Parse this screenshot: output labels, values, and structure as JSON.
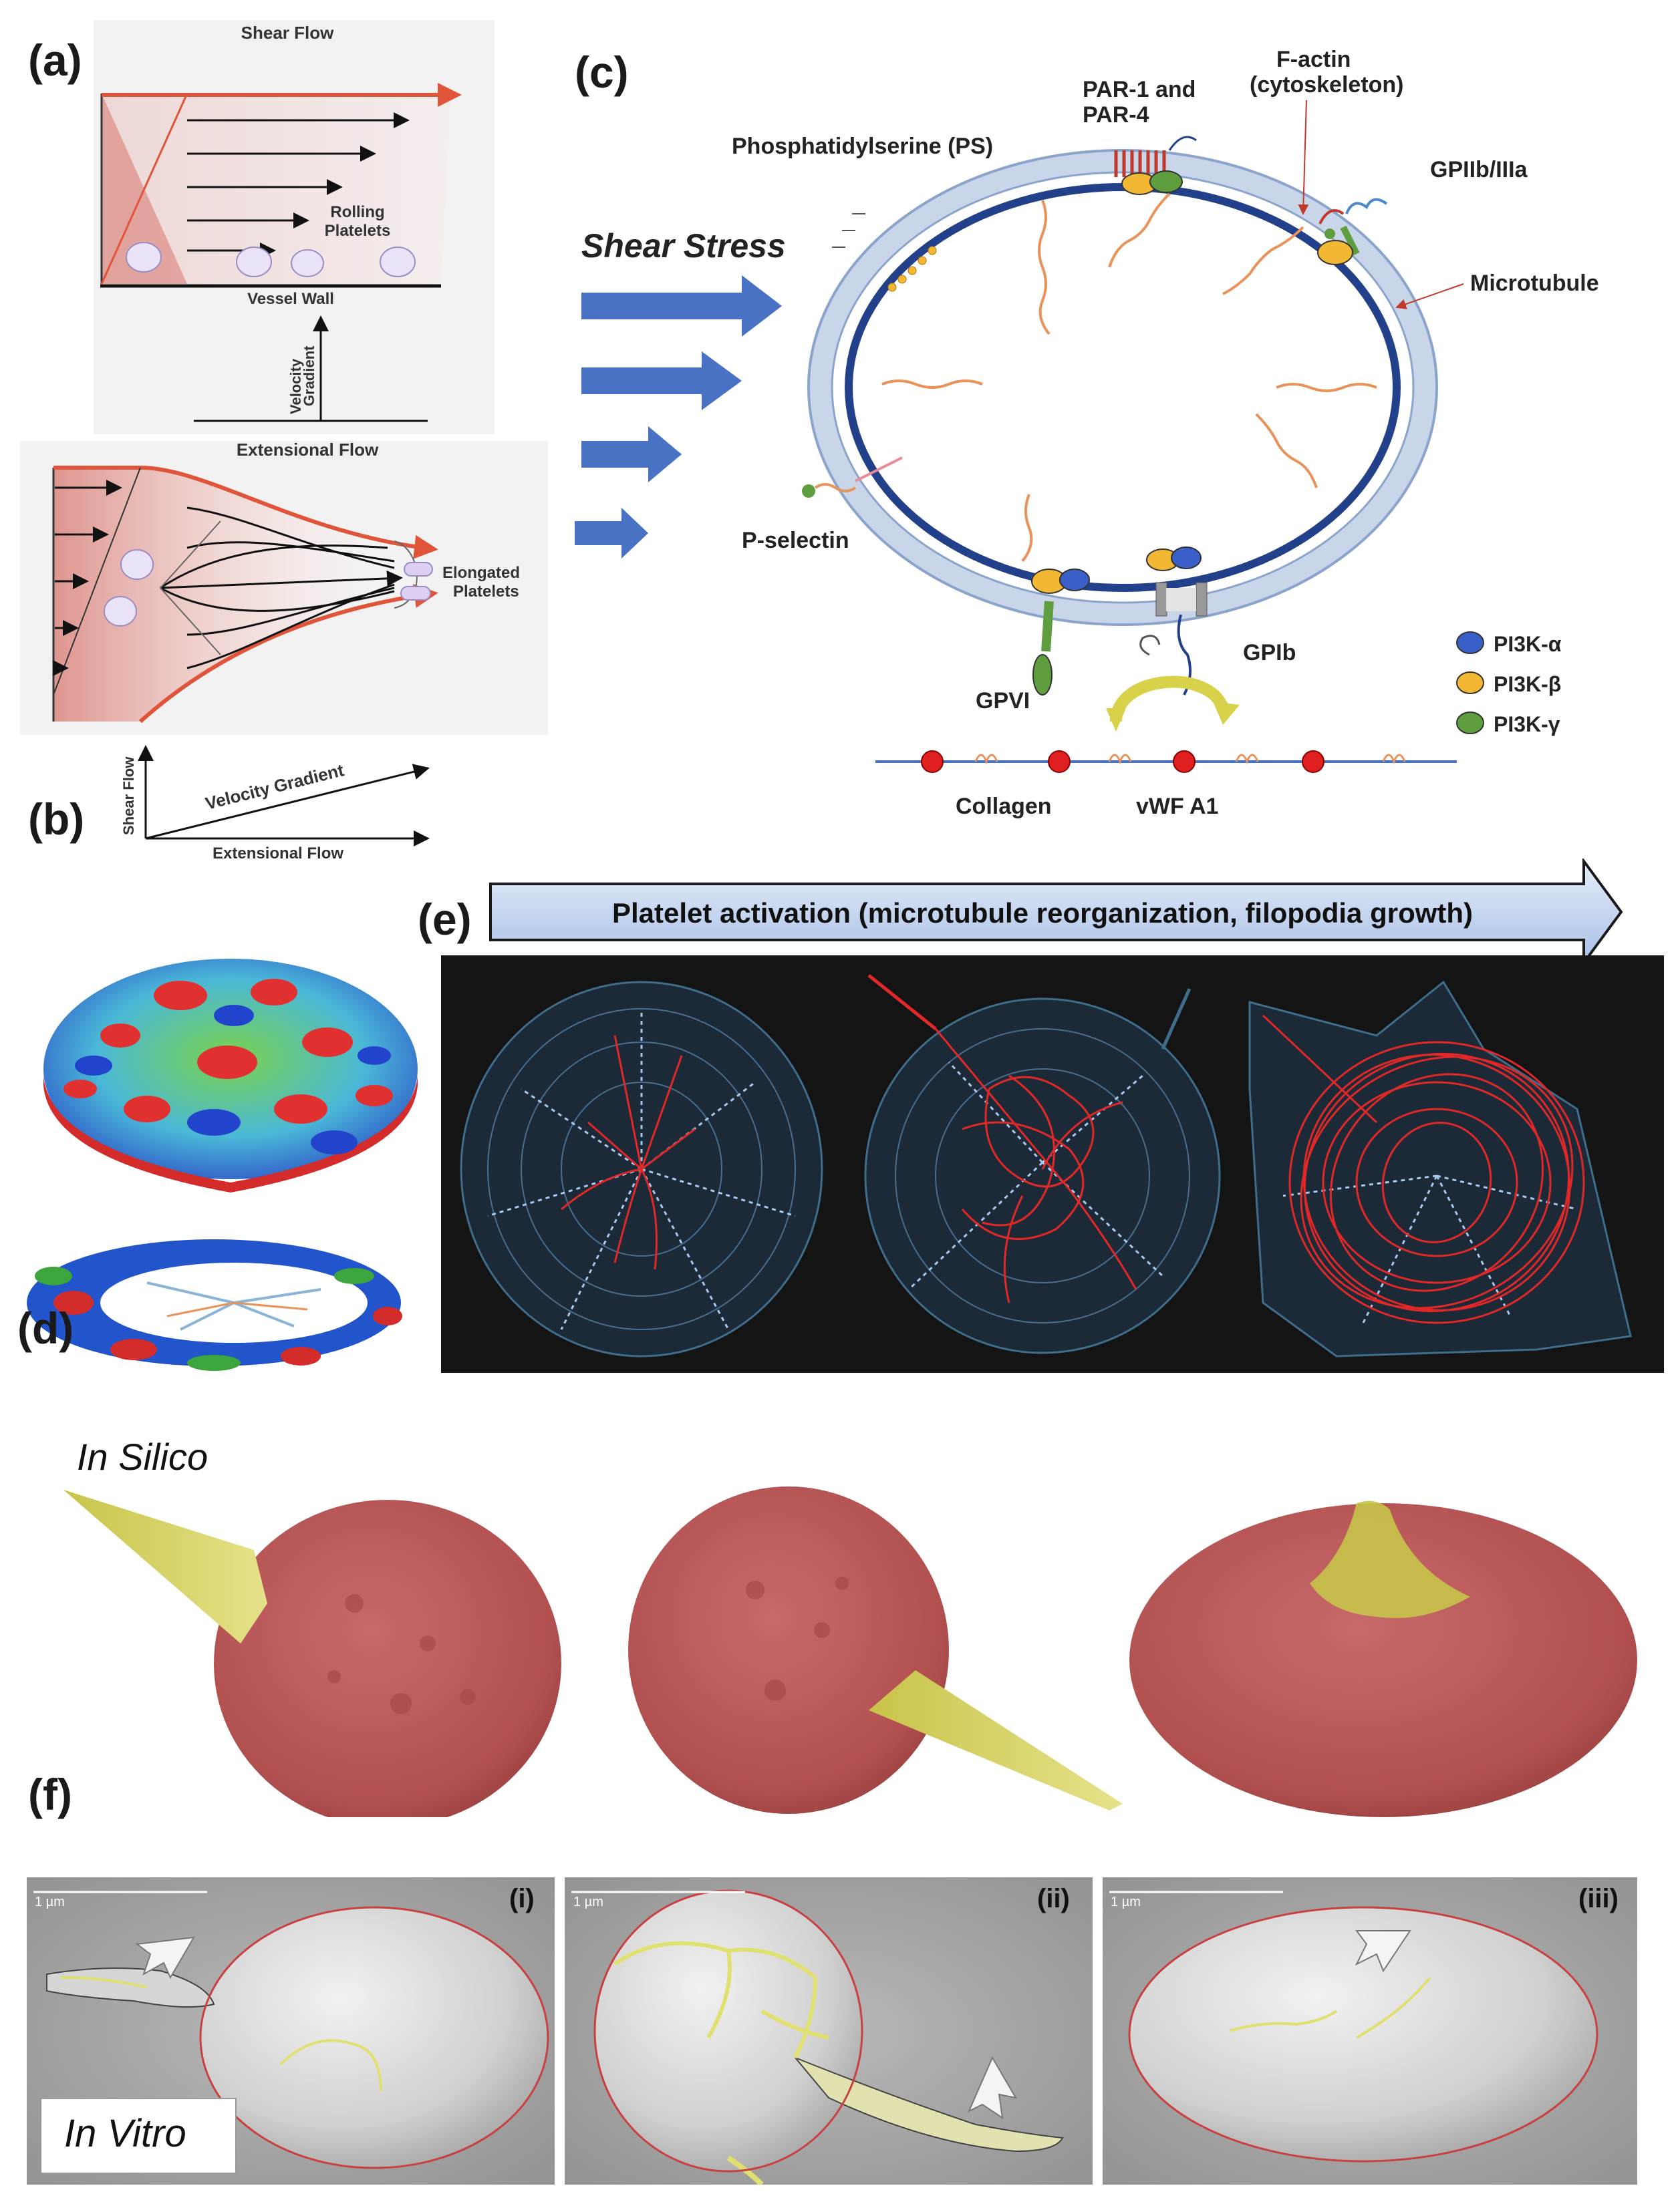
{
  "panels": {
    "a": "(a)",
    "b": "(b)",
    "c": "(c)",
    "d": "(d)",
    "e": "(e)",
    "f": "(f)"
  },
  "shear_panel": {
    "title": "Shear Flow",
    "rolling_label_1": "Rolling",
    "rolling_label_2": "Platelets",
    "wall_label": "Vessel Wall",
    "gradient_label_1": "Velocity",
    "gradient_label_2": "Gradient"
  },
  "extensional_panel": {
    "title": "Extensional Flow",
    "elongated_label_1": "Elongated",
    "elongated_label_2": "Platelets",
    "axis_y": "Shear Flow",
    "axis_diag": "Velocity Gradient",
    "axis_x": "Extensional Flow"
  },
  "platelet_diagram": {
    "shear_stress": "Shear Stress",
    "par_1": "PAR-1 and",
    "par_2": "PAR-4",
    "factin_1": "F-actin",
    "factin_2": "(cytoskeleton)",
    "ps": "Phosphatidylserine (PS)",
    "gp2b3a": "GPIIb/IIIa",
    "microtubule": "Microtubule",
    "pselectin": "P-selectin",
    "gpvi": "GPVI",
    "gpib": "GPIb",
    "collagen": "Collagen",
    "vwf": "vWF A1",
    "legend": [
      {
        "label": "PI3K-α",
        "color": "#3a5fc8"
      },
      {
        "label": "PI3K-β",
        "color": "#f2b833"
      },
      {
        "label": "PI3K-γ",
        "color": "#5f9e3f"
      }
    ]
  },
  "activation_banner": "Platelet activation (microtubule reorganization, filopodia growth)",
  "in_silico": "In Silico",
  "in_vitro": "In Vitro",
  "sem_tags": [
    "(i)",
    "(ii)",
    "(iii)"
  ],
  "scale_bar": "1 µm",
  "colors": {
    "arrow_blue": "#4a72c4",
    "platelet_red": "#c25a5a",
    "filopodia_yellow": "#d8d46a",
    "flow_red": "#e0553a"
  }
}
